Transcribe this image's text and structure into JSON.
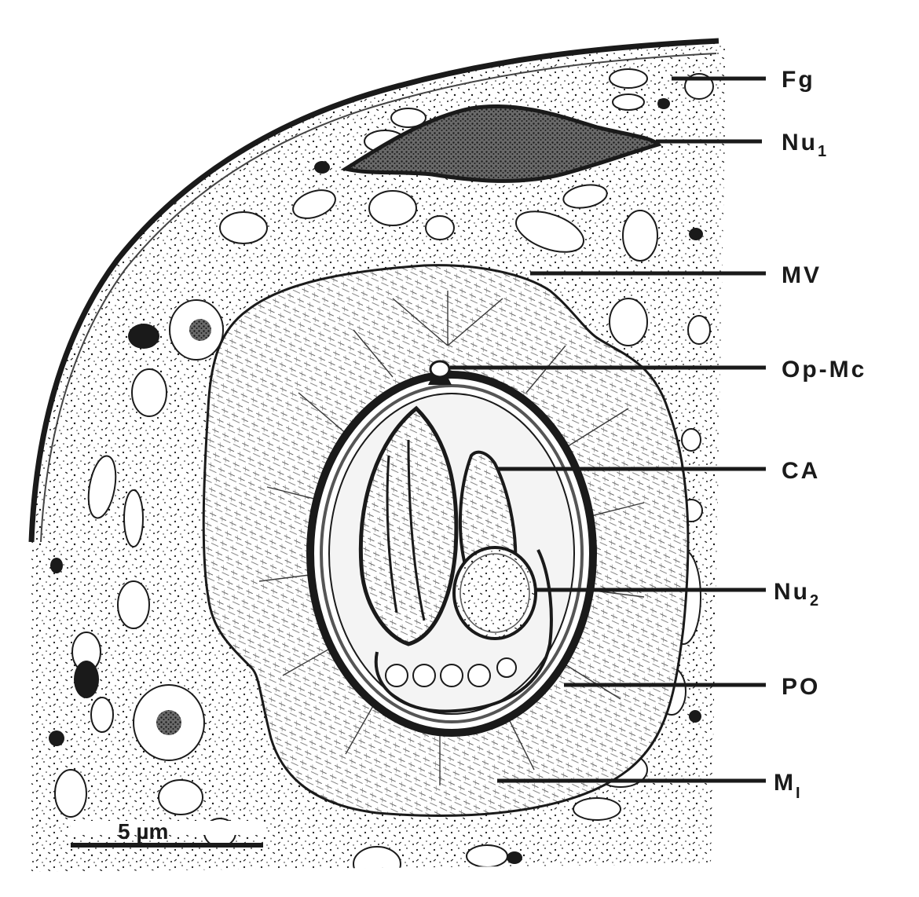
{
  "figure": {
    "labels": [
      {
        "id": "fg",
        "text": "Fg",
        "sub": ""
      },
      {
        "id": "nu1",
        "text": "Nu",
        "sub": "1"
      },
      {
        "id": "mv",
        "text": "MV",
        "sub": ""
      },
      {
        "id": "opmc",
        "text": "Op-Mc",
        "sub": ""
      },
      {
        "id": "ca",
        "text": "CA",
        "sub": ""
      },
      {
        "id": "nu2",
        "text": "Nu",
        "sub": "2"
      },
      {
        "id": "po",
        "text": "PO",
        "sub": ""
      },
      {
        "id": "mi",
        "text": "M",
        "sub": "I"
      }
    ],
    "scale_bar": {
      "text": "5 µm"
    }
  },
  "colors": {
    "ink": "#1a1a1a",
    "paper": "#ffffff"
  }
}
